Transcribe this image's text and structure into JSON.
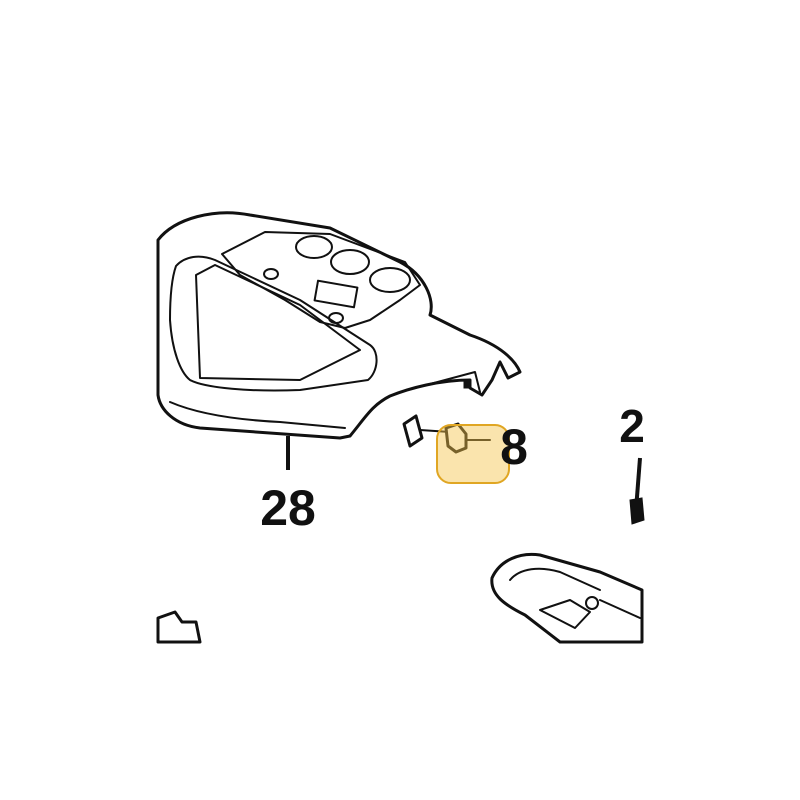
{
  "labels": {
    "part_28": "28",
    "part_8": "8",
    "part_2": "2"
  },
  "highlight": {
    "color": "#f3c34a"
  }
}
